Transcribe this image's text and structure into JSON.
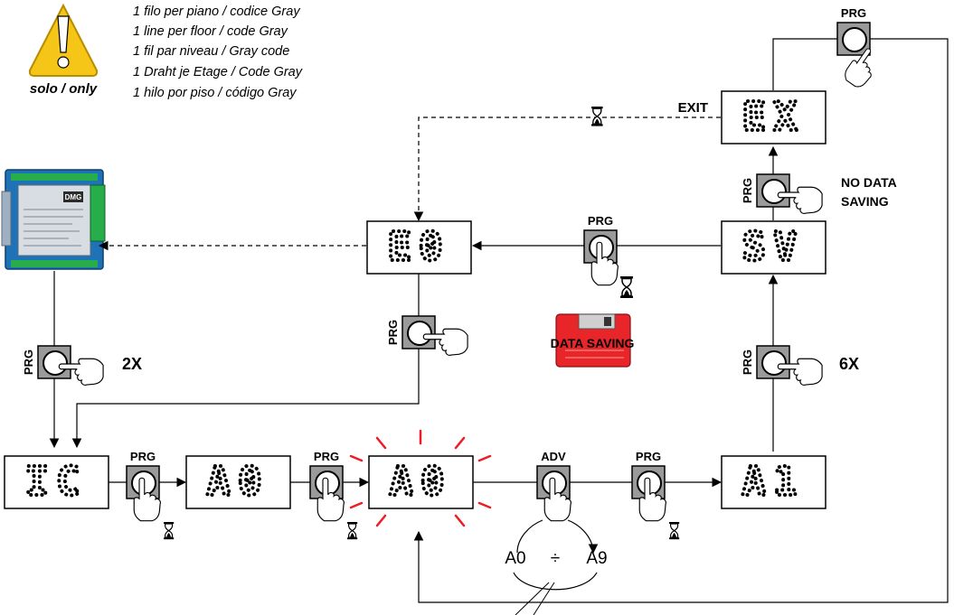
{
  "warning": {
    "label": "solo / only",
    "notes": [
      "1 filo per piano / codice Gray",
      "1 line per floor / code Gray",
      "1 fil par niveau / Gray code",
      "1 Draht je Etage / Code Gray",
      "1 hilo por piso / código Gray"
    ]
  },
  "device": {
    "brand": "DMG"
  },
  "displays": {
    "ic": "IC",
    "a0_first": "A0",
    "a0_blinking": "A0",
    "a1": "A1",
    "e0": "E0",
    "sv": "SV",
    "ex": "EX"
  },
  "buttons": {
    "prg": "PRG",
    "adv": "ADV"
  },
  "labels": {
    "two_x": "2X",
    "six_x": "6X",
    "exit": "EXIT",
    "no_data_saving_1": "NO DATA",
    "no_data_saving_2": "SAVING",
    "data_saving": "DATA SAVING",
    "range_start": "A0",
    "range_sep": "÷",
    "range_end": "A9"
  },
  "colors": {
    "blink_rays": "#ee1c25",
    "floppy": "#e8262a",
    "warning": "#f5c518",
    "button_frame": "#9a9a9a",
    "device_pcb": "#1e72b8",
    "terminal": "#27ae4a"
  }
}
